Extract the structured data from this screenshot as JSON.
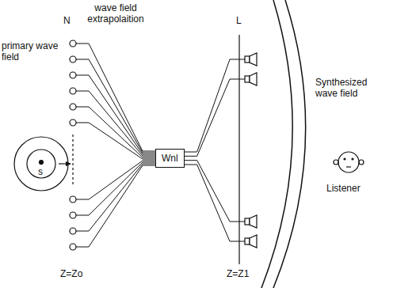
{
  "diagram": {
    "nodes": [
      {
        "text": [
          "Wnl"
        ]
      }
    ],
    "edges": [],
    "labels": [
      "wave field extrapolaition",
      "primary wave field",
      "N",
      "L",
      "s",
      "Synthesized wave field",
      "Listener",
      "Z=Zo",
      "Z=Z1"
    ]
  }
}
